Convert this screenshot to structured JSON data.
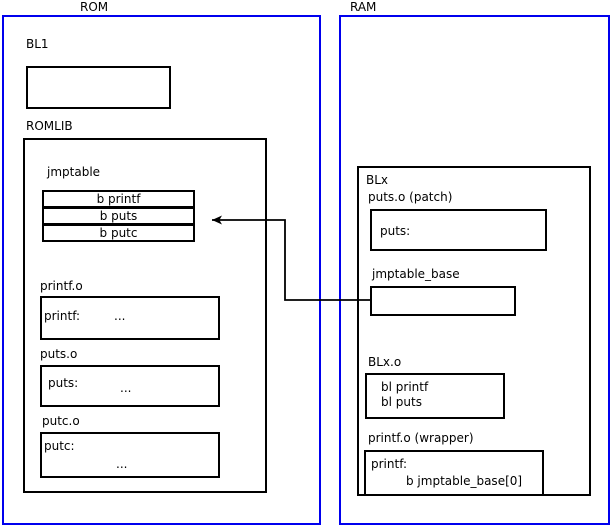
{
  "diagram": {
    "title": "ROM and RAM jump table patching diagram",
    "colors": {
      "region_border": "#0000ee",
      "box_border": "#000000",
      "background": "#ffffff",
      "text": "#000000"
    }
  },
  "rom": {
    "label": "ROM",
    "bl1": {
      "caption": "BL1",
      "body": ""
    },
    "romlib": {
      "caption": "ROMLIB",
      "jmptable": {
        "caption": "jmptable",
        "entries": [
          {
            "label": "b printf"
          },
          {
            "label": "b puts"
          },
          {
            "label": "b putc"
          }
        ]
      },
      "objects": [
        {
          "caption": "printf.o",
          "symbol": "printf:",
          "ellipsis": "..."
        },
        {
          "caption": "puts.o",
          "symbol": "puts:",
          "ellipsis": "..."
        },
        {
          "caption": "putc.o",
          "symbol": "putc:",
          "ellipsis": "..."
        }
      ]
    }
  },
  "ram": {
    "label": "RAM",
    "blx": {
      "caption": "BLx",
      "puts_patch": {
        "caption": "puts.o (patch)",
        "symbol": "puts:"
      },
      "jmptable_base": {
        "caption": "jmptable_base",
        "body": ""
      },
      "blx_o": {
        "caption": "BLx.o",
        "lines": [
          "bl printf",
          "bl puts"
        ]
      },
      "printf_wrapper": {
        "caption": "printf.o (wrapper)",
        "symbol": "printf:",
        "branch": "b jmptable_base[0]"
      }
    }
  },
  "connector": {
    "name": "jmptable-base-to-b-puts-arrow",
    "from": "jmptable_base",
    "to": "b puts"
  }
}
